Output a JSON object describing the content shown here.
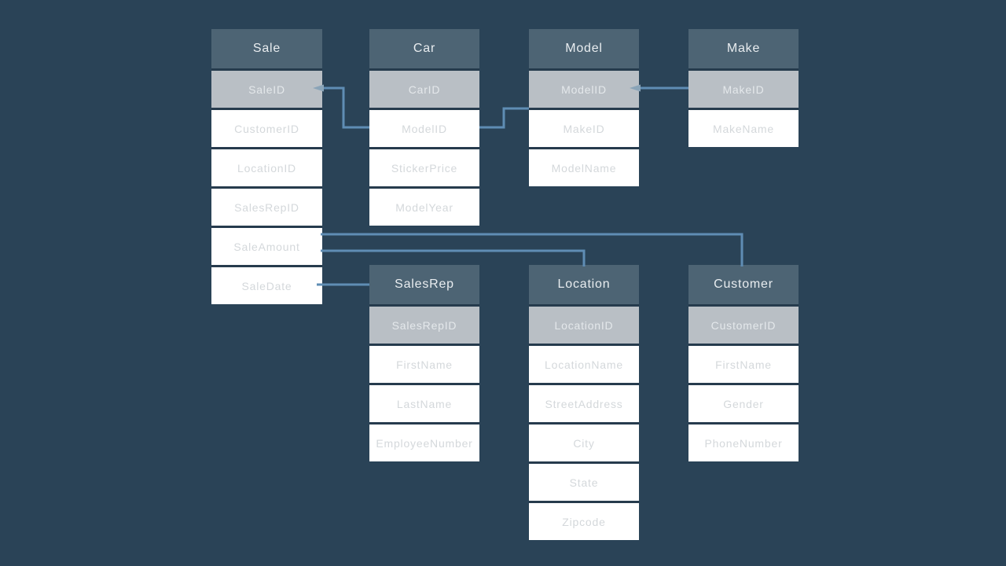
{
  "colors": {
    "bg": "#2a4357",
    "header-bg": "#4d6474",
    "header-text": "#e9edf0",
    "pk-bg": "#b9bfc5",
    "pk-text": "#e4e8eb",
    "row-bg": "#ffffff",
    "row-text": "#d4d8db",
    "separator": "#263b4d",
    "connector": "#5f8db4",
    "arrow": "#8aa4b8"
  },
  "tables": {
    "sale": {
      "title": "Sale",
      "pk": "SaleID",
      "fields": [
        "CustomerID",
        "LocationID",
        "SalesRepID",
        "SaleAmount",
        "SaleDate"
      ]
    },
    "car": {
      "title": "Car",
      "pk": "CarID",
      "fields": [
        "ModelID",
        "StickerPrice",
        "ModelYear"
      ]
    },
    "model": {
      "title": "Model",
      "pk": "ModelID",
      "fields": [
        "MakeID",
        "ModelName"
      ]
    },
    "make": {
      "title": "Make",
      "pk": "MakeID",
      "fields": [
        "MakeName"
      ]
    },
    "salesrep": {
      "title": "SalesRep",
      "pk": "SalesRepID",
      "fields": [
        "FirstName",
        "LastName",
        "EmployeeNumber"
      ]
    },
    "location": {
      "title": "Location",
      "pk": "LocationID",
      "fields": [
        "LocationName",
        "StreetAddress",
        "City",
        "State",
        "Zipcode"
      ]
    },
    "customer": {
      "title": "Customer",
      "pk": "CustomerID",
      "fields": [
        "FirstName",
        "Gender",
        "PhoneNumber"
      ]
    }
  },
  "relationships": [
    {
      "from": "Sale.SaleID",
      "to": "Car.ModelID",
      "arrow_at": "Sale.SaleID"
    },
    {
      "from": "Car.ModelID",
      "to": "Model",
      "arrow_at": ""
    },
    {
      "from": "Model.ModelID",
      "to": "Make.MakeID",
      "arrow_at": "Model.ModelID"
    },
    {
      "from": "Sale.SaleAmount",
      "to": "Customer",
      "arrow_at": ""
    },
    {
      "from": "Sale.SaleAmount",
      "to": "Location",
      "arrow_at": ""
    },
    {
      "from": "Sale.SaleDate",
      "to": "SalesRep",
      "arrow_at": ""
    }
  ]
}
